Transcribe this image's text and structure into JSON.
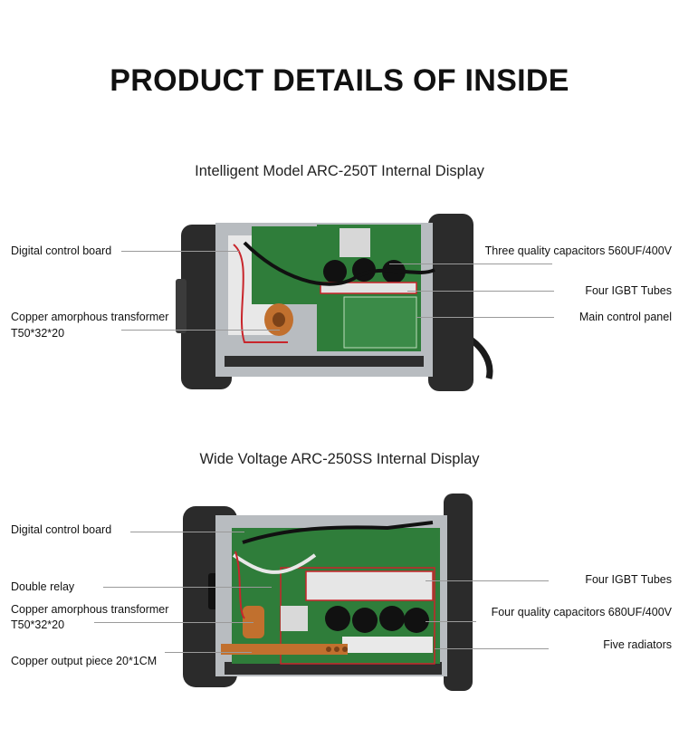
{
  "page": {
    "title": "PRODUCT DETAILS OF INSIDE"
  },
  "sections": [
    {
      "subtitle": "Intelligent Model ARC-250T Internal Display",
      "left_labels": [
        "Digital control board",
        "Copper amorphous transformer",
        "T50*32*20"
      ],
      "right_labels": [
        "Three quality capacitors 560UF/400V",
        "Four IGBT Tubes",
        "Main control panel"
      ]
    },
    {
      "subtitle": "Wide Voltage ARC-250SS Internal Display",
      "left_labels": [
        "Digital control board",
        "Double relay",
        "Copper amorphous transformer",
        "T50*32*20",
        "Copper output piece 20*1CM"
      ],
      "right_labels": [
        "Four IGBT Tubes",
        "Four quality capacitors 680UF/400V",
        "Five radiators"
      ]
    }
  ],
  "colors": {
    "pcb_green": "#2f7d3a",
    "housing_dark": "#2b2b2b",
    "highlight_red": "#c8252b",
    "copper": "#c1702e",
    "leader_line": "#9a9a9a"
  }
}
